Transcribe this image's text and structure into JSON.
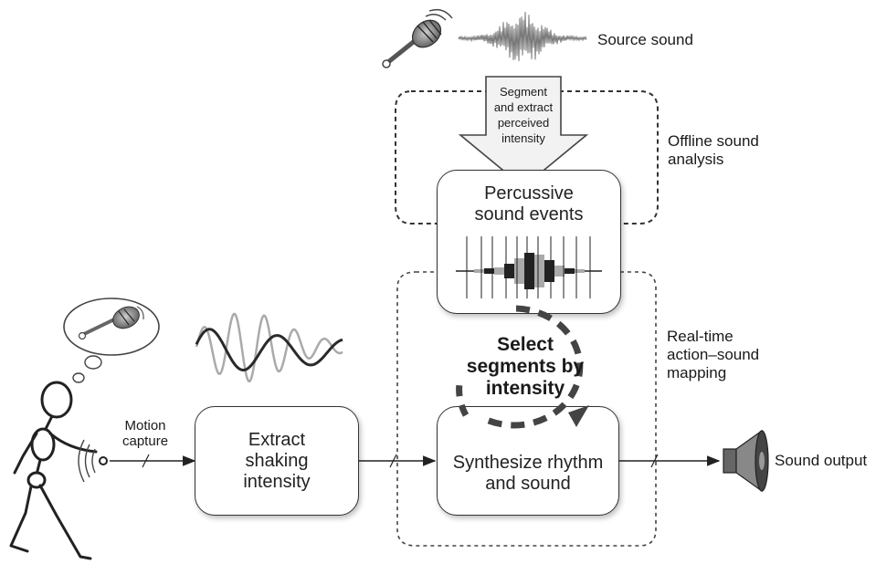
{
  "labels": {
    "source_sound": "Source sound",
    "segment_arrow": "Segment\nand extract\nperceived\nintensity",
    "offline_region": "Offline sound\nanalysis",
    "realtime_region": "Real-time\naction–sound\nmapping",
    "motion_capture": "Motion\ncapture",
    "sound_output": "Sound output",
    "select_segments": "Select\nsegments by\nintensity"
  },
  "boxes": {
    "percussive": "Percussive\nsound events",
    "extract": "Extract\nshaking\nintensity",
    "synthesize": "Synthesize rhythm\nand sound"
  },
  "icons": [
    "shaker-icon",
    "waveform-icon",
    "thought-bubble-icon",
    "stick-figure-icon",
    "speaker-icon",
    "motion-wave-icon"
  ],
  "colors": {
    "stroke": "#333333",
    "grey_wave": "#aaaaaa",
    "dark_wave": "#2a2a2a"
  }
}
